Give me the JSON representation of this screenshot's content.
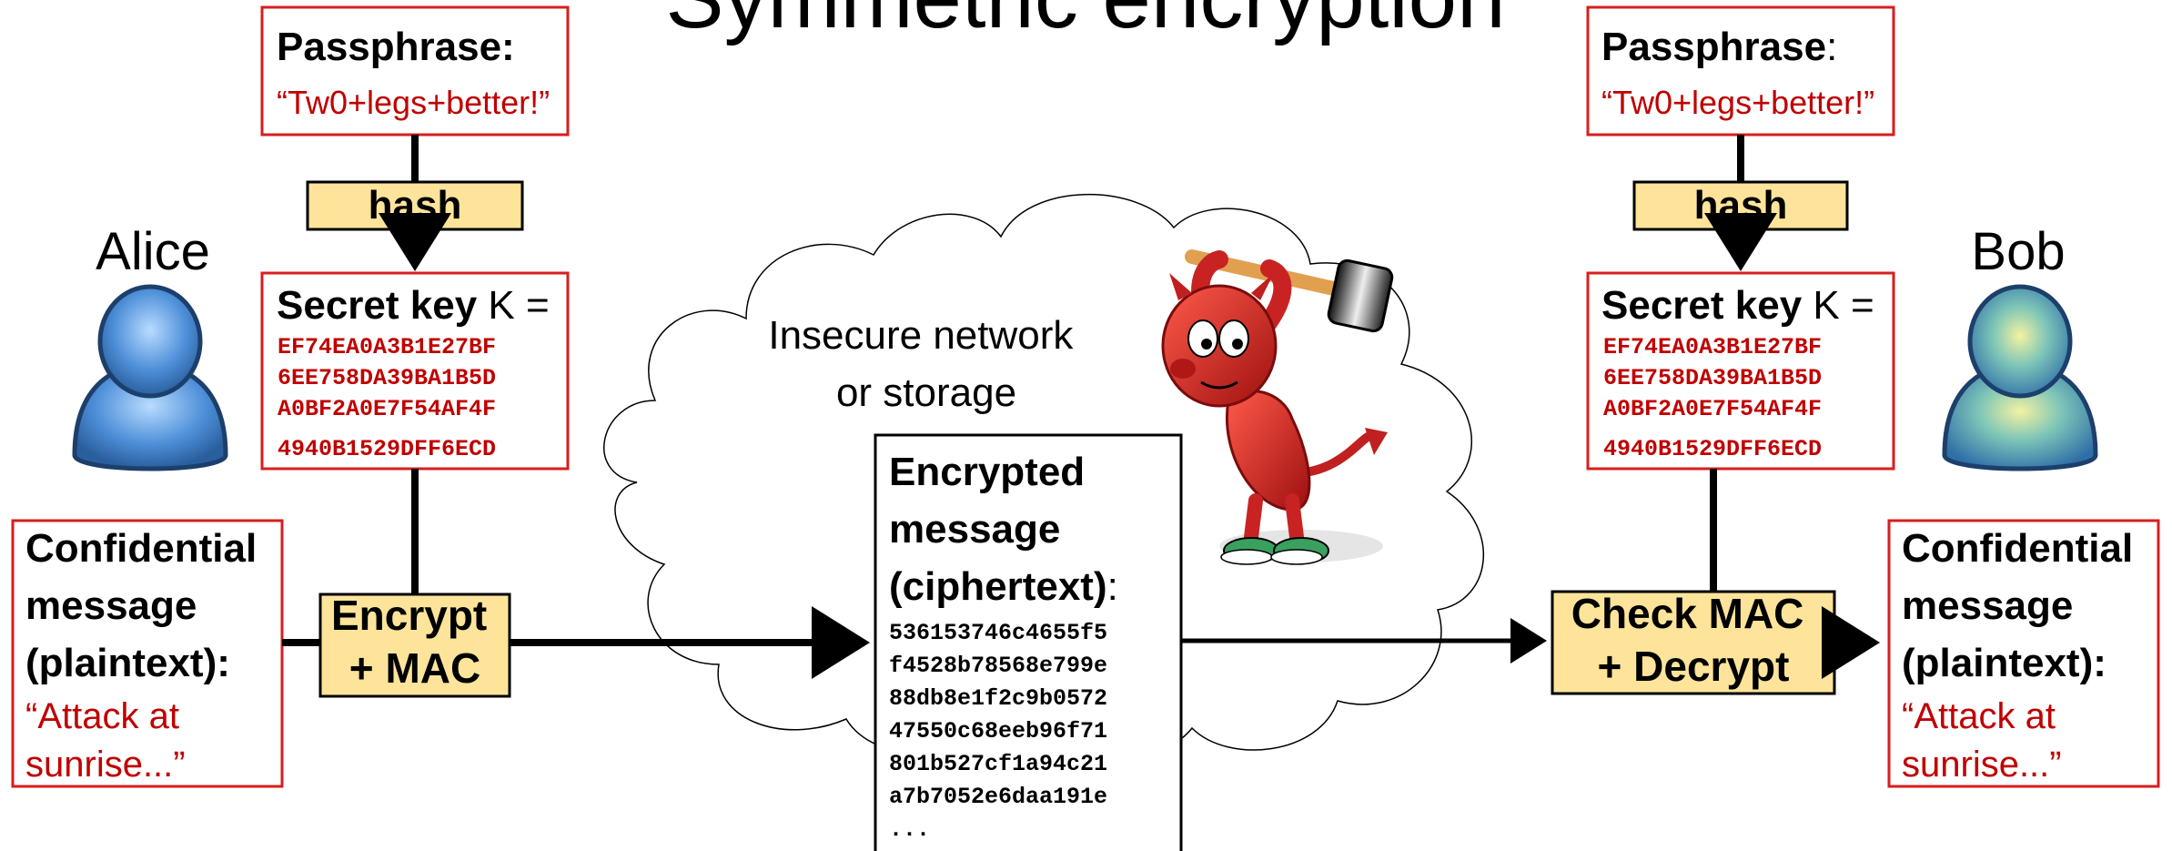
{
  "title": "Symmetric encryption",
  "alice": {
    "name": "Alice",
    "passphrase_label": "Passphrase:",
    "passphrase_value": "“Tw0+legs+better!”",
    "hash_label": "hash",
    "key_label_bold": "Secret key",
    "key_label_rest": " K =",
    "key_lines": [
      "EF74EA0A3B1E27BF",
      "6EE758DA39BA1B5D",
      "A0BF2A0E7F54AF4F",
      "4940B1529DFF6ECD"
    ],
    "process_lines": [
      "Encrypt",
      "+ MAC"
    ],
    "message_lines": [
      "Confidential",
      "message",
      "(plaintext):"
    ],
    "message_value_lines": [
      "“Attack at",
      "sunrise...”"
    ]
  },
  "bob": {
    "name": "Bob",
    "passphrase_label": "Passphrase",
    "passphrase_colon": ":",
    "passphrase_value": "“Tw0+legs+better!”",
    "hash_label": "hash",
    "key_label_bold": "Secret key",
    "key_label_rest": " K =",
    "key_lines": [
      "EF74EA0A3B1E27BF",
      "6EE758DA39BA1B5D",
      "A0BF2A0E7F54AF4F",
      "4940B1529DFF6ECD"
    ],
    "process_lines": [
      "Check MAC",
      "+ Decrypt"
    ],
    "message_lines": [
      "Confidential",
      "message",
      "(plaintext):"
    ],
    "message_value_lines": [
      "“Attack at",
      "sunrise...”"
    ]
  },
  "network": {
    "label_lines": [
      "Insecure network",
      "or storage"
    ],
    "cipher_title_lines": [
      "Encrypted",
      "message",
      "(ciphertext)"
    ],
    "cipher_colon": ":",
    "cipher_lines": [
      "536153746c4655f5",
      "f4528b78568e799e",
      "88db8e1f2c9b0572",
      "47550c68eeb96f71",
      "801b527cf1a94c21",
      "a7b7052e6daa191e",
      "..."
    ]
  },
  "colors": {
    "box_red": "#d81e1e",
    "text_red": "#c00000",
    "process_fill": "#fde49a",
    "ink": "#000000",
    "person_blue": "#4f90d9",
    "person_teal": "#3a9db0",
    "devil_red": "#d42a2a"
  },
  "icons": [
    "alice-person-icon",
    "bob-person-icon",
    "daemon-mascot-icon",
    "cloud-shape"
  ]
}
